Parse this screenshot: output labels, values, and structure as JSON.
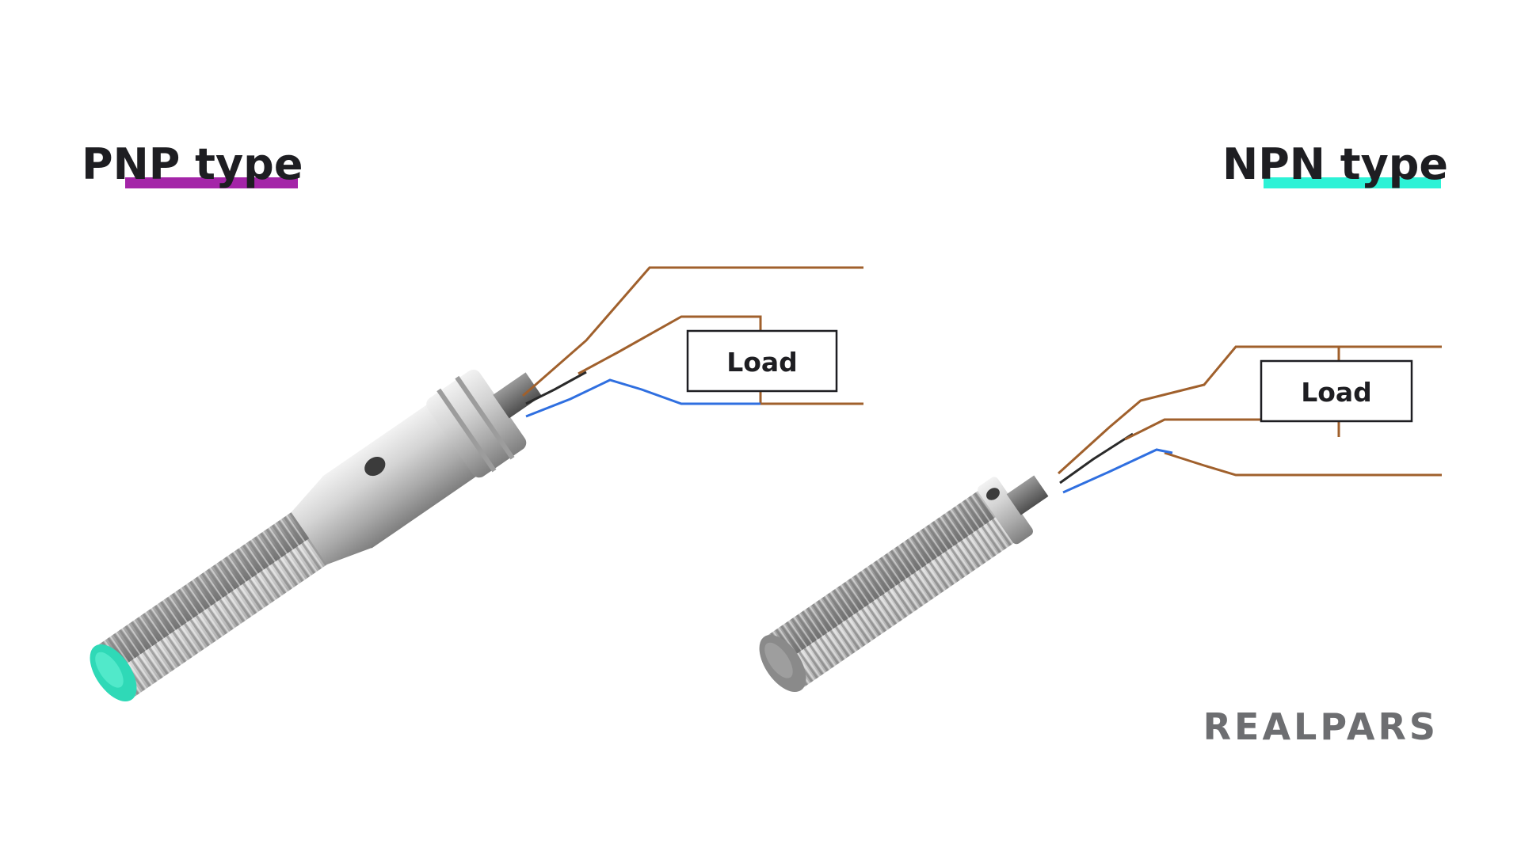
{
  "pnp": {
    "title": "PNP type",
    "underline_color": "#a425a8",
    "load_label": "Load",
    "sensor_face_color": "#2fd9b7"
  },
  "npn": {
    "title": "NPN type",
    "underline_color": "#2df2d6",
    "load_label": "Load"
  },
  "colors": {
    "wire_brown": "#a0602c",
    "wire_blue": "#2f6fe0",
    "wire_black": "#2a2a2a",
    "metal_light": "#d9d9d9",
    "metal_dark": "#8f8f8f",
    "load_border": "#1e1e22"
  },
  "logo": {
    "text": "REALPARS",
    "color": "#6d6e71"
  }
}
